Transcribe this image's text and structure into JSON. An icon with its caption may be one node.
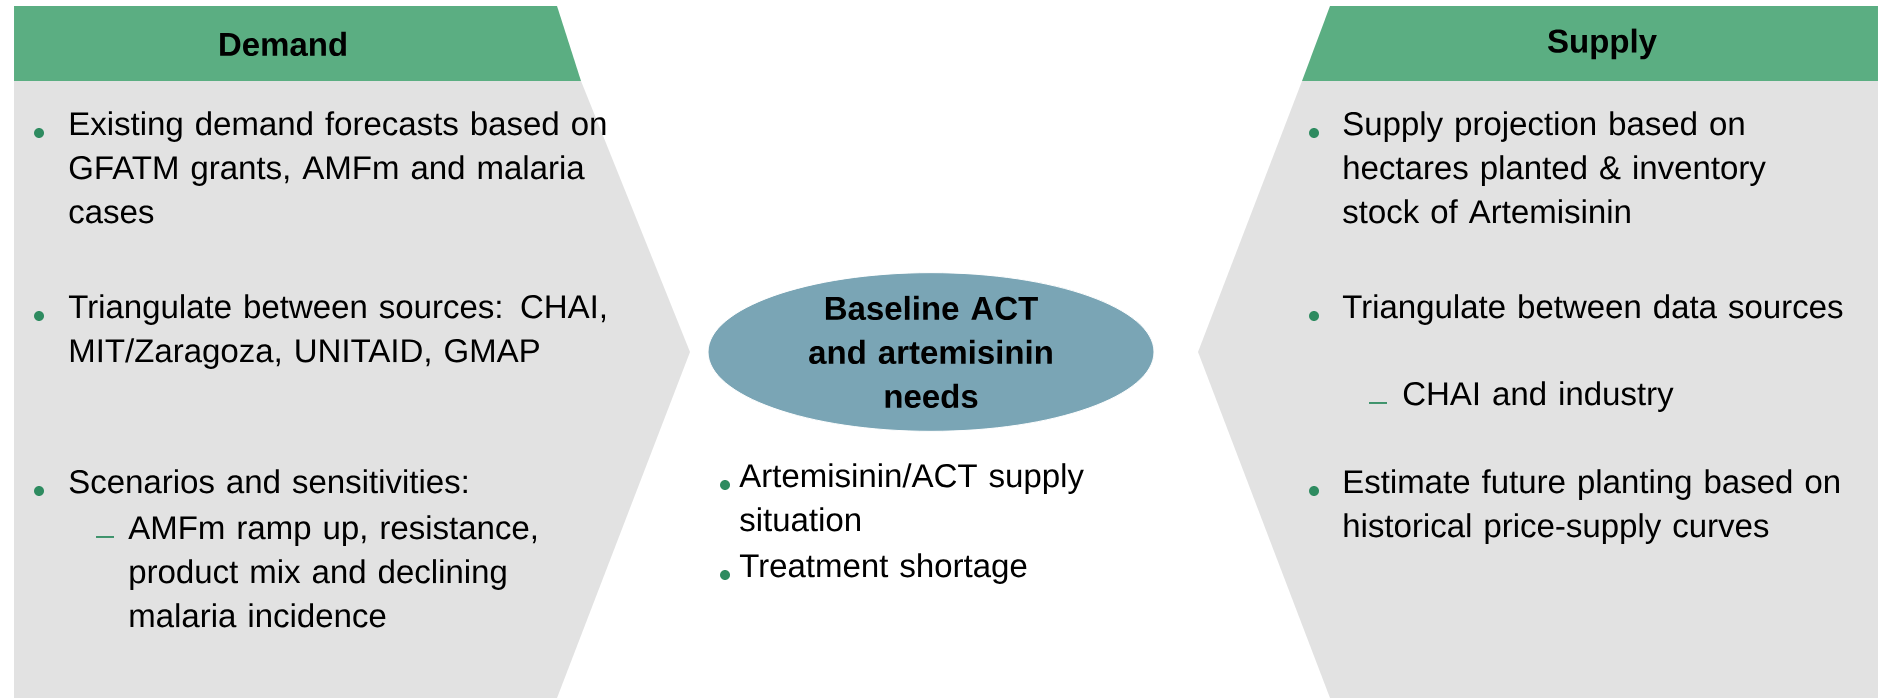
{
  "diagram": {
    "nodes": [
      {
        "text": [
          "Demand",
          "Existing demand forecasts based on GFATM grants, AMFm and malaria cases",
          "Triangulate between sources: CHAI, MIT/Zaragoza, UNITAID, GMAP",
          "Scenarios and sensitivities:",
          "AMFm ramp up, resistance, product mix and declining malaria incidence"
        ]
      },
      {
        "text": [
          "Baseline ACT and artemisinin needs"
        ],
        "beside": [
          "Artemisinin/ACT supply situation",
          "Treatment shortage"
        ]
      },
      {
        "text": [
          "Supply",
          "Supply projection based on hectares planted & inventory stock of Artemisinin",
          "Triangulate between data sources",
          "CHAI and industry",
          "Estimate future planting based on historical price-supply curves"
        ]
      }
    ]
  }
}
